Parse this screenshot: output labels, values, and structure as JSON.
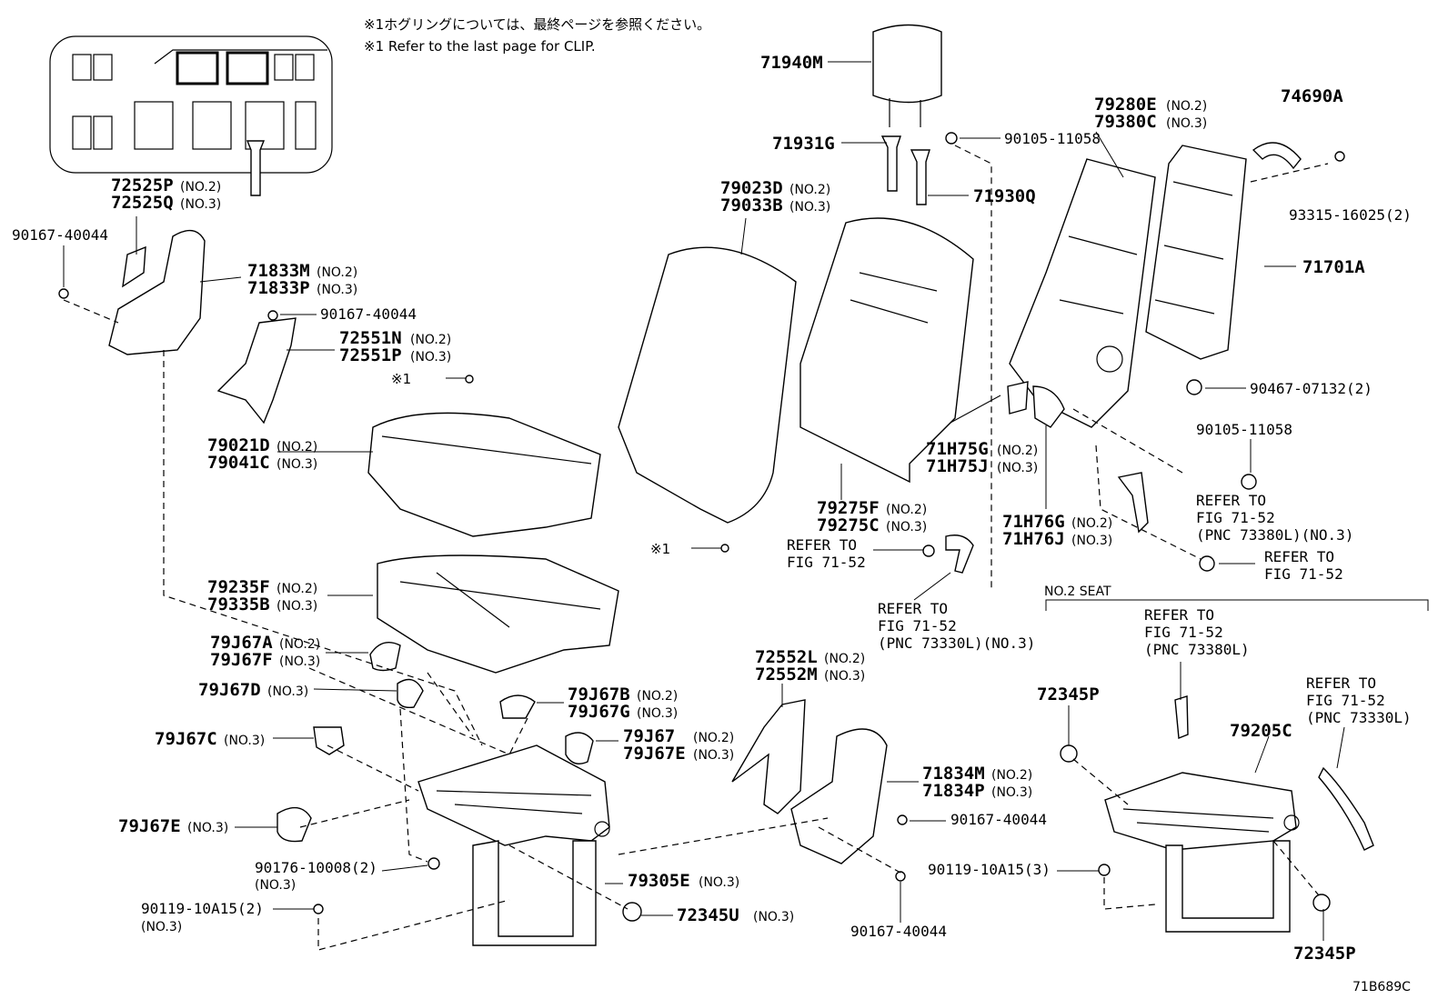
{
  "notes": {
    "jp": "※1ホグリングについては、最終ページを参照ください。",
    "en": "※1 Refer to the last page for CLIP."
  },
  "labels": {
    "l71940M": "71940M",
    "l71931G": "71931G",
    "l71930Q": "71930Q",
    "l90105_top": "90105-11058",
    "l79280E": "79280E",
    "l79280E_s": "(NO.2)",
    "l79380C": "79380C",
    "l79380C_s": "(NO.3)",
    "l74690A": "74690A",
    "l93315": "93315-16025(2)",
    "l71701A": "71701A",
    "l90467": "90467-07132(2)",
    "l90105_r": "90105-11058",
    "l79023D": "79023D",
    "l79023D_s": "(NO.2)",
    "l79033B": "79033B",
    "l79033B_s": "(NO.3)",
    "l72525P": "72525P",
    "l72525P_s": "(NO.2)",
    "l72525Q": "72525Q",
    "l72525Q_s": "(NO.3)",
    "l90167_a": "90167-40044",
    "l71833M": "71833M",
    "l71833M_s": "(NO.2)",
    "l71833P": "71833P",
    "l71833P_s": "(NO.3)",
    "l90167_b": "90167-40044",
    "l72551N": "72551N",
    "l72551N_s": "(NO.2)",
    "l72551P": "72551P",
    "l72551P_s": "(NO.3)",
    "clip1": "※1",
    "clip2": "※1",
    "l79021D": "79021D",
    "l79021D_s": "(NO.2)",
    "l79041C": "79041C",
    "l79041C_s": "(NO.3)",
    "l71H75G": "71H75G",
    "l71H75G_s": "(NO.2)",
    "l71H75J": "71H75J",
    "l71H75J_s": "(NO.3)",
    "l79275F": "79275F",
    "l79275F_s": "(NO.2)",
    "l79275C": "79275C",
    "l79275C_s": "(NO.3)",
    "l71H76G": "71H76G",
    "l71H76G_s": "(NO.2)",
    "l71H76J": "71H76J",
    "l71H76J_s": "(NO.3)",
    "ref_a1": "REFER TO",
    "ref_a2": "FIG 71-52",
    "ref_b1": "REFER TO",
    "ref_b2": "FIG 71-52",
    "ref_b3": "(PNC 73380L)(NO.3)",
    "ref_c1": "REFER TO",
    "ref_c2": "FIG 71-52",
    "ref_d1": "REFER TO",
    "ref_d2": "FIG 71-52",
    "ref_d3": "(PNC 73330L)(NO.3)",
    "no2seat": "NO.2 SEAT",
    "ref_e1": "REFER TO",
    "ref_e2": "FIG 71-52",
    "ref_e3": "(PNC 73380L)",
    "ref_f1": "REFER TO",
    "ref_f2": "FIG 71-52",
    "ref_f3": "(PNC 73330L)",
    "l79235F": "79235F",
    "l79235F_s": "(NO.2)",
    "l79335B": "79335B",
    "l79335B_s": "(NO.3)",
    "l79J67A": "79J67A",
    "l79J67A_s": "(NO.2)",
    "l79J67F": "79J67F",
    "l79J67F_s": "(NO.3)",
    "l79J67D": "79J67D",
    "l79J67D_s": "(NO.3)",
    "l79J67B": "79J67B",
    "l79J67B_s": "(NO.2)",
    "l79J67G": "79J67G",
    "l79J67G_s": "(NO.3)",
    "l79J67C": "79J67C",
    "l79J67C_s": "(NO.3)",
    "l79J67": "79J67",
    "l79J67_s": "(NO.2)",
    "l79J67E2": "79J67E",
    "l79J67E2_s": "(NO.3)",
    "l72552L": "72552L",
    "l72552L_s": "(NO.2)",
    "l72552M": "72552M",
    "l72552M_s": "(NO.3)",
    "l72345P_a": "72345P",
    "l79205C": "79205C",
    "l71834M": "71834M",
    "l71834M_s": "(NO.2)",
    "l71834P": "71834P",
    "l71834P_s": "(NO.3)",
    "l79J67E": "79J67E",
    "l79J67E_s": "(NO.3)",
    "l90167_c": "90167-40044",
    "l90176": "90176-10008(2)",
    "l90176_s": "(NO.3)",
    "l79305E": "79305E",
    "l79305E_s": "(NO.3)",
    "l90119_a": "90119-10A15(3)",
    "l90119_b": "90119-10A15(2)",
    "l90119_b_s": "(NO.3)",
    "l72345U": "72345U",
    "l72345U_s": "(NO.3)",
    "l90167_d": "90167-40044",
    "l72345P_b": "72345P",
    "figure_code": "71B689C"
  }
}
